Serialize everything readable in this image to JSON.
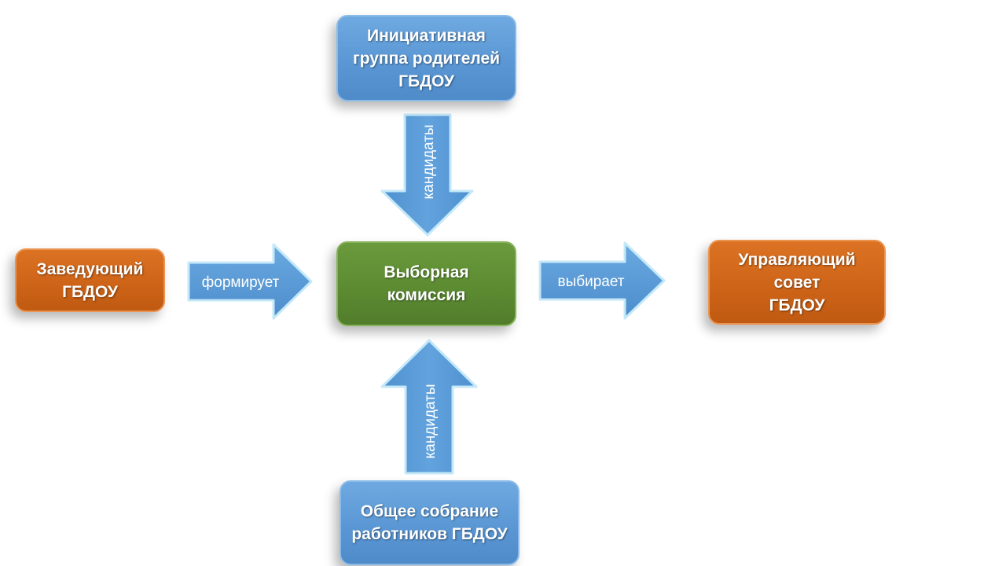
{
  "nodes": {
    "initiative_group": {
      "line1": "Инициативная",
      "line2": "группа родителей",
      "line3": "ГБДОУ"
    },
    "election_commission": {
      "line1": "Выборная",
      "line2": "комиссия"
    },
    "head": {
      "line1": "Заведующий",
      "line2": "ГБДОУ"
    },
    "governing_council": {
      "line1": "Управляющий",
      "line2": "совет",
      "line3": "ГБДОУ"
    },
    "general_assembly": {
      "line1": "Общее собрание",
      "line2": "работников ГБДОУ"
    }
  },
  "arrows": {
    "top": "кандидаты",
    "bottom": "кандидаты",
    "left": "формирует",
    "right": "выбирает"
  },
  "colors": {
    "blue": "#5b9bd5",
    "green": "#5a8a32",
    "orange": "#cc6317",
    "arrow_fill": "#5b9bd5",
    "arrow_outline": "#bfe6f7"
  }
}
